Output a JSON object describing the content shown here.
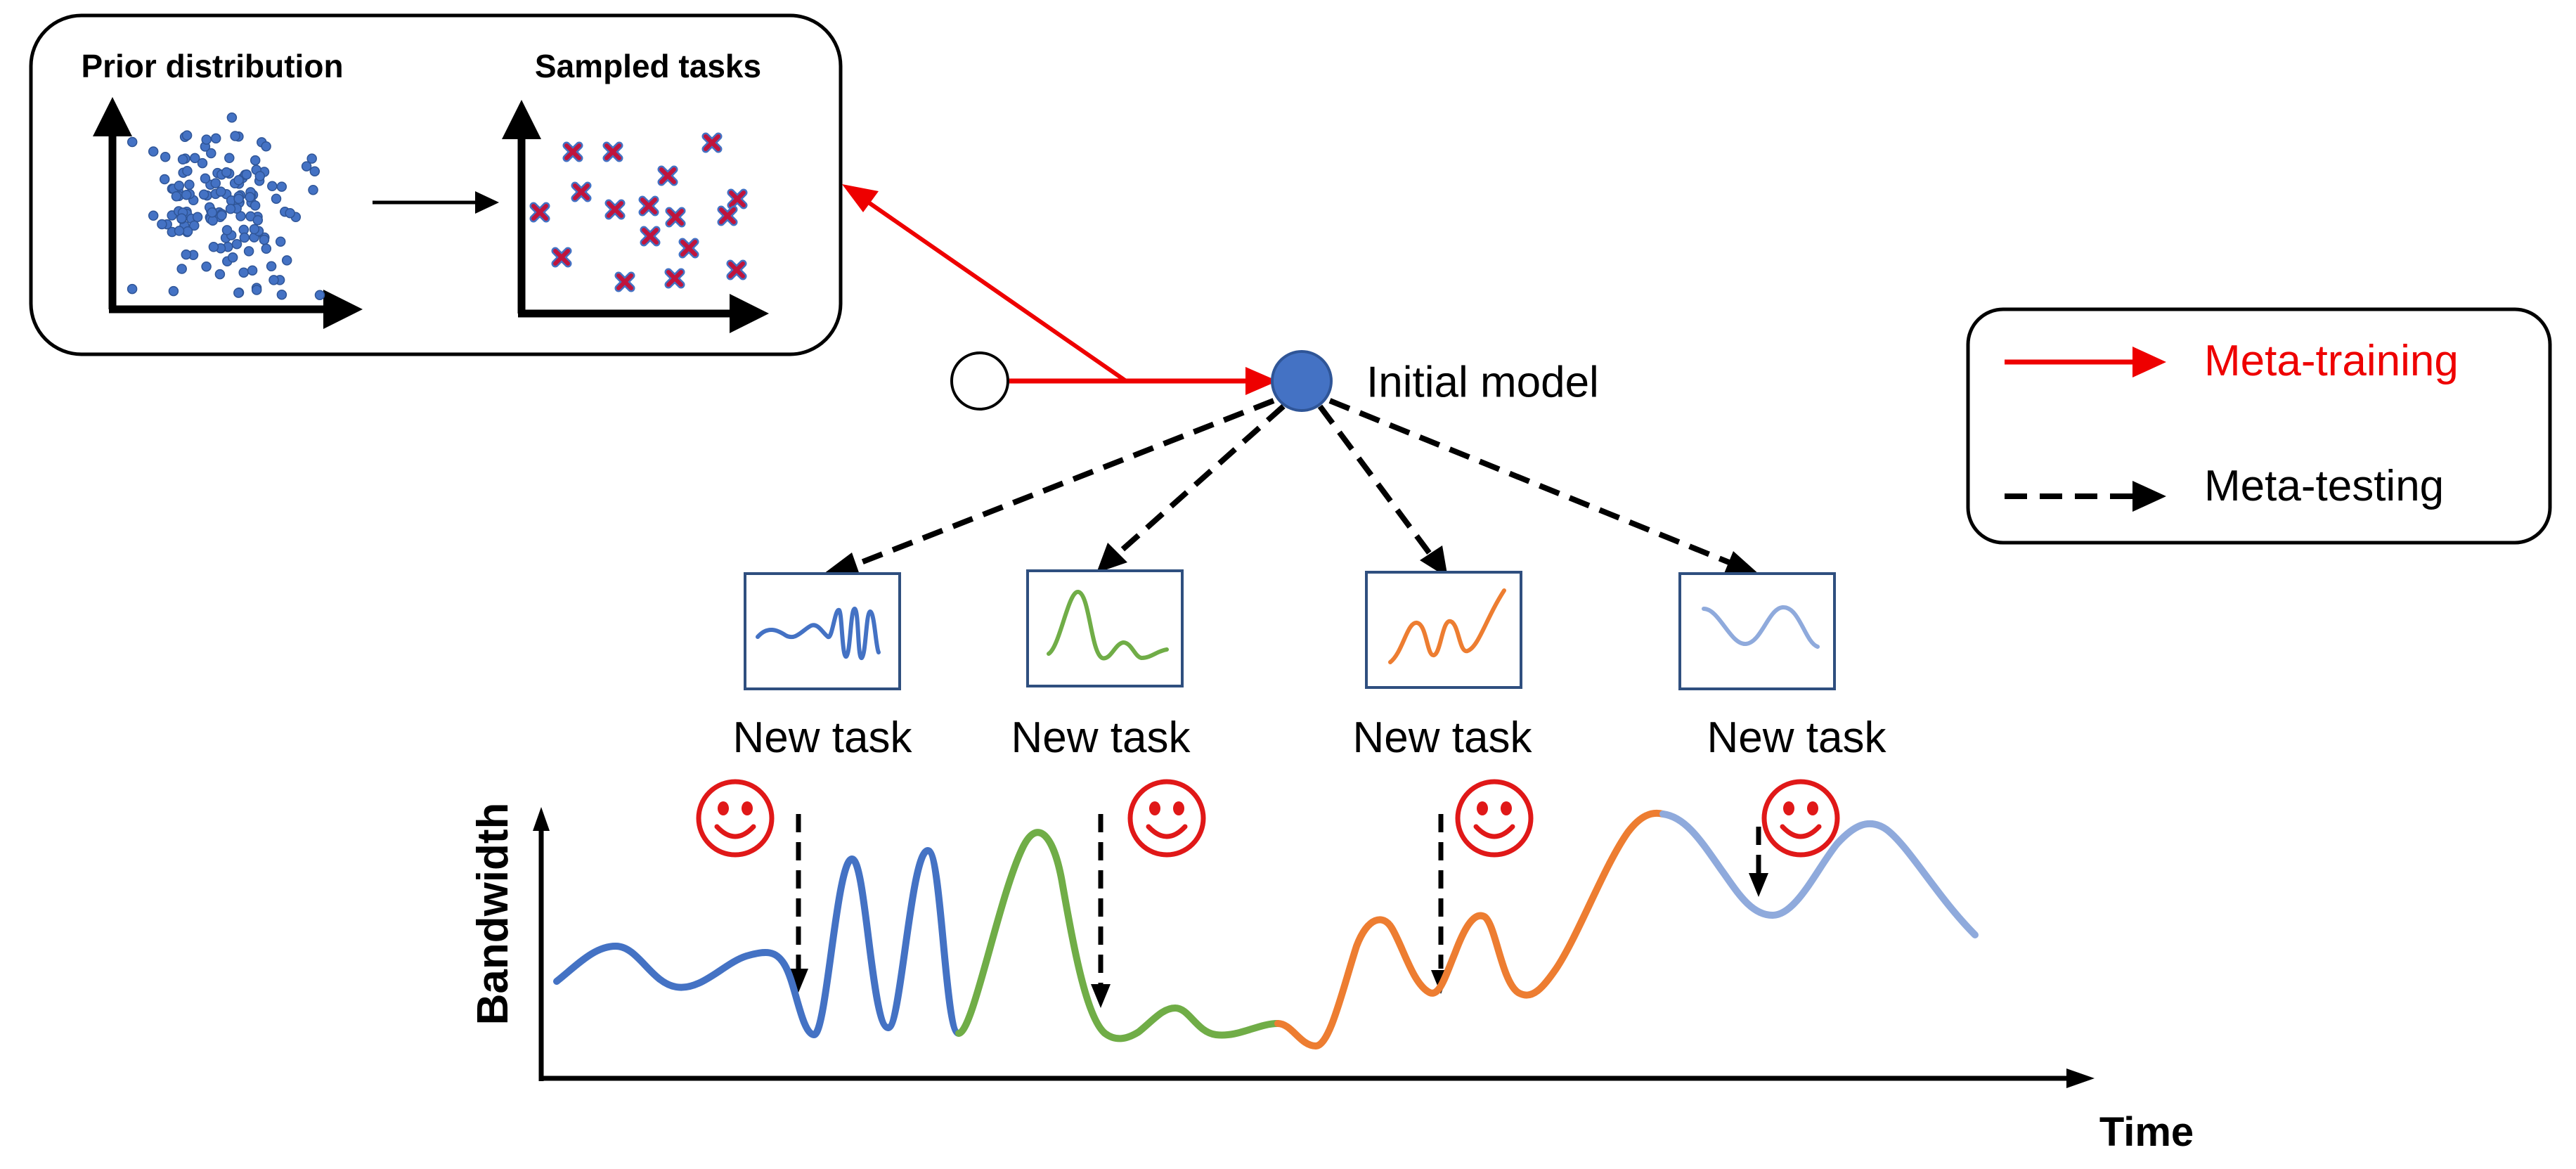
{
  "prior_box": {
    "prior_title": "Prior distribution",
    "sampled_title": "Sampled tasks"
  },
  "model": {
    "label": "Initial model"
  },
  "legend": {
    "training_label": "Meta-training",
    "testing_label": "Meta-testing"
  },
  "tasks": [
    {
      "label": "New task",
      "color": "#4472c4"
    },
    {
      "label": "New task",
      "color": "#70ad47"
    },
    {
      "label": "New task",
      "color": "#ed7d31"
    },
    {
      "label": "New task",
      "color": "#8faadc"
    }
  ],
  "plot": {
    "ylabel": "Bandwidth",
    "xlabel": "Time"
  },
  "colors": {
    "training": "#ee0000",
    "testing": "#000000",
    "model_node": "#4472c4",
    "smiley": "#e01818",
    "point": "#2f5597",
    "cross": "#c0143c",
    "panel_border": "#2f4f7f"
  }
}
